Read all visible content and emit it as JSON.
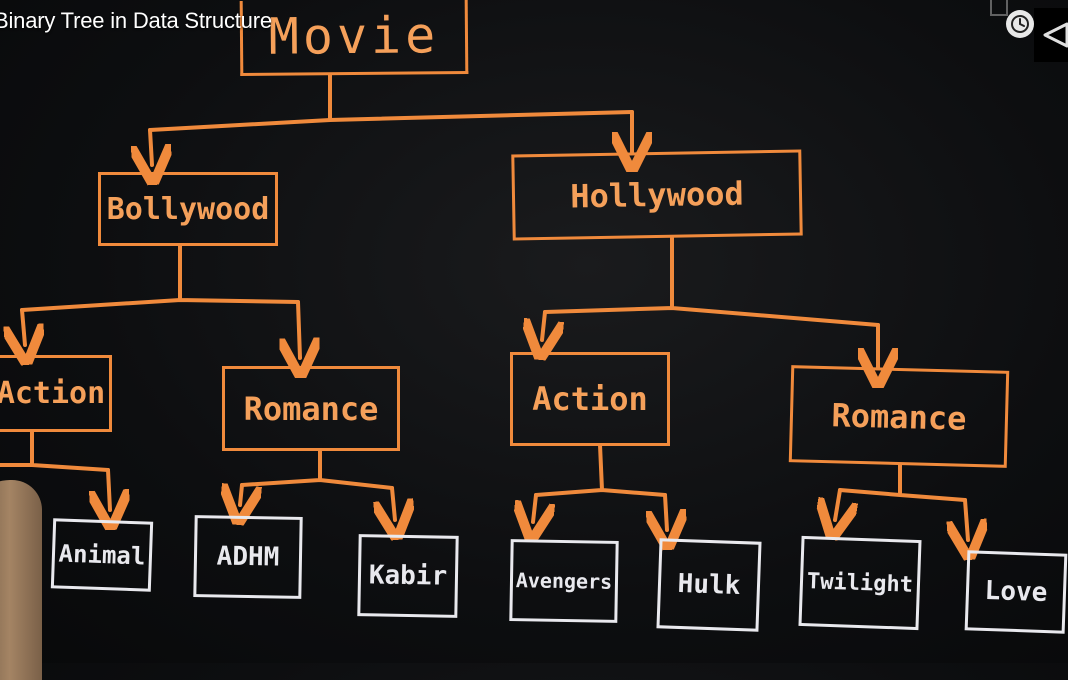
{
  "video": {
    "title": "Binary Tree in Data Structure"
  },
  "tree": {
    "root": "Movie",
    "level1": [
      "Bollywood",
      "Hollywood"
    ],
    "level2": [
      "Action",
      "Romance",
      "Action",
      "Romance"
    ],
    "leaves": [
      "Animal",
      "ADHM",
      "Kabir",
      "Avengers",
      "Hulk",
      "Twilight",
      "Love"
    ]
  },
  "colors": {
    "board": "#0d0e10",
    "chalk_orange": "#f08a3c",
    "chalk_white": "#e9e9ee"
  },
  "icons": {
    "watch_later": "clock-icon",
    "share": "share-icon",
    "save": "save-icon"
  }
}
